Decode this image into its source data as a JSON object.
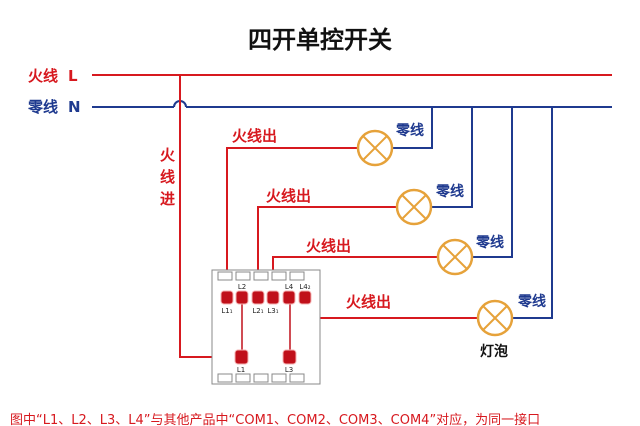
{
  "title": "四开单控开关",
  "live_label": "火线",
  "live_letter": "L",
  "neutral_label": "零线",
  "neutral_letter": "N",
  "live_in": [
    "火",
    "线",
    "进"
  ],
  "live_out": "火线出",
  "lamp_neutral": "零线",
  "bulb_label": "灯泡",
  "terminals_top": [
    "L2",
    "L4",
    "L4₂"
  ],
  "terminals_mid": [
    "L1₁",
    "L2₁",
    "L3₁"
  ],
  "terminals_bottom": [
    "L1",
    "L3"
  ],
  "caption": "图中“L1、L2、L3、L4”与其他产品中“COM1、COM2、COM3、COM4”对应，为同一接口",
  "colors": {
    "live": "#d7191f",
    "neutral": "#1f3a8f",
    "terminal": "#c0101a"
  }
}
